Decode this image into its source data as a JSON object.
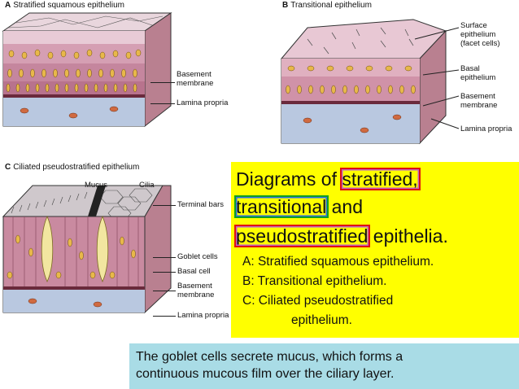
{
  "panel_a": {
    "letter": "A",
    "title": "Stratified squamous epithelium",
    "labels": {
      "basement": "Basement\nmembrane",
      "lamina": "Lamina propria"
    }
  },
  "panel_b": {
    "letter": "B",
    "title": "Transitional epithelium",
    "labels": {
      "surface": "Surface\nepithelium\n(facet cells)",
      "basal": "Basal\nepithelium",
      "basement": "Basement\nmembrane",
      "lamina": "Lamina propria"
    }
  },
  "panel_c": {
    "letter": "C",
    "title": "Ciliated pseudostratified epithelium",
    "labels": {
      "mucus": "Mucus",
      "cilia": "Cilia",
      "terminal_bars": "Terminal bars",
      "goblet": "Goblet cells",
      "basal_cell": "Basal cell",
      "basement": "Basement\nmembrane",
      "lamina": "Lamina propria"
    }
  },
  "heading": {
    "w1": "Diagrams of",
    "w2": "stratified,",
    "w3": "transitional",
    "w4": "and",
    "w5": "pseudostratified",
    "w6": "epithelia."
  },
  "legend": {
    "a": "A: Stratified squamous epithelium.",
    "b": "B: Transitional epithelium.",
    "c1": "C: Ciliated pseudostratified",
    "c2": "epithelium."
  },
  "note": {
    "line1": "The goblet cells secrete mucus, which forms a",
    "line2": "continuous mucous film over the ciliary layer."
  }
}
